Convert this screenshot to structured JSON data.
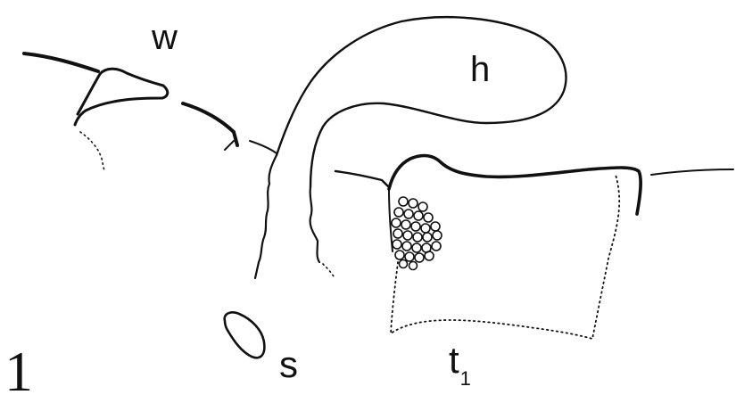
{
  "figure": {
    "number": "1",
    "labels": {
      "w": "w",
      "h": "h",
      "s": "s",
      "t_main": "t",
      "t_sub": "1"
    }
  }
}
